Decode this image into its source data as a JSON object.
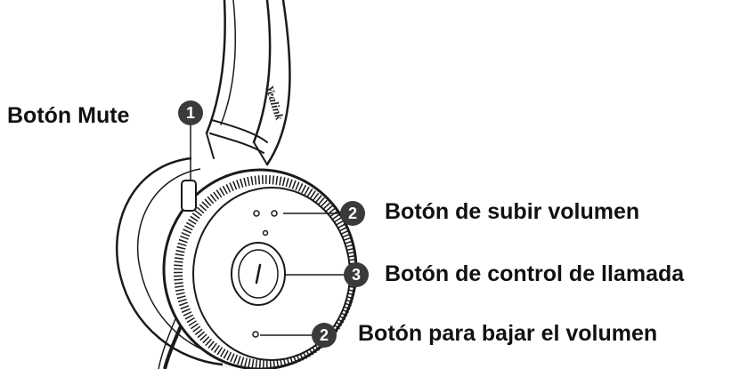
{
  "diagram": {
    "brand_text": "Yealink",
    "callouts": [
      {
        "number": "1",
        "label": "Botón Mute"
      },
      {
        "number": "2",
        "label": "Botón de subir volumen"
      },
      {
        "number": "3",
        "label": "Botón de control de llamada"
      },
      {
        "number": "2",
        "label": "Botón para bajar el volumen"
      }
    ]
  }
}
